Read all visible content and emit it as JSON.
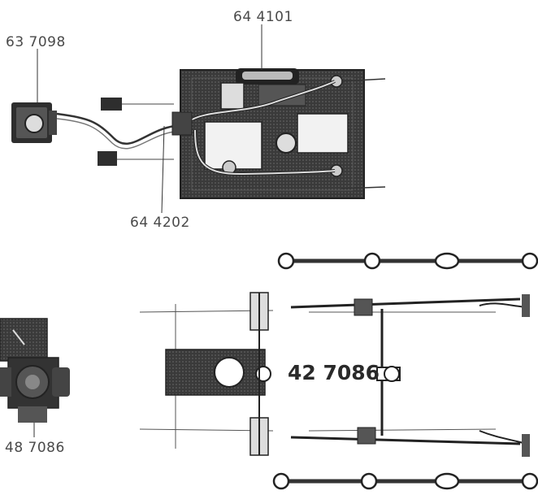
{
  "parts": {
    "lamp_socket": {
      "number": "63 7098"
    },
    "reverse_unit": {
      "number": "64 4101"
    },
    "connector": {
      "number": "64 4202"
    },
    "motor_block": {
      "number": "48 7086"
    },
    "frame": {
      "number": "42 7086"
    }
  },
  "colors": {
    "ink": "#2b2b2b",
    "label": "#4a4a4a",
    "paper": "#ffffff"
  }
}
